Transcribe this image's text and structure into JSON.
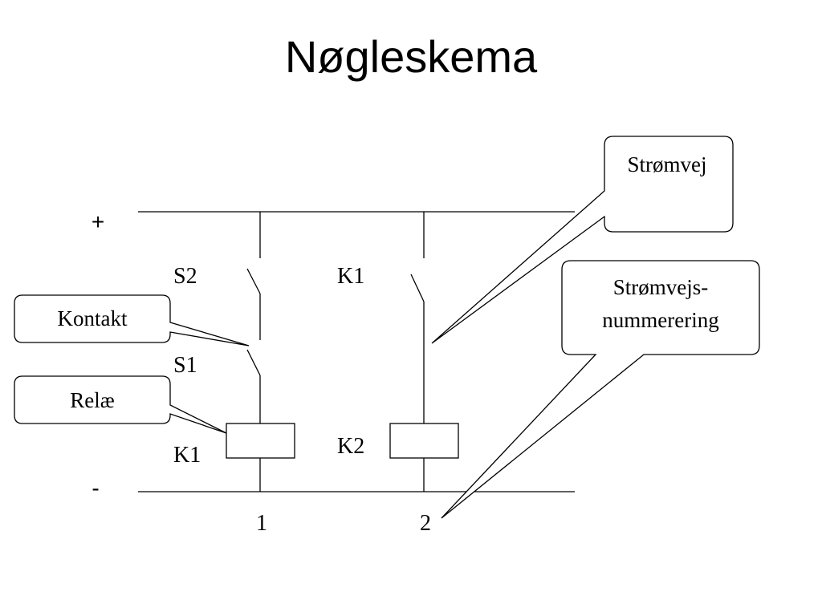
{
  "title": "Nøgleskema",
  "rails": {
    "plus": "+",
    "minus": "-"
  },
  "components": {
    "switch_s2": "S2",
    "switch_s1": "S1",
    "relay_k1": "K1",
    "contact_k1": "K1",
    "relay_k2": "K2"
  },
  "path_numbers": [
    "1",
    "2"
  ],
  "callouts": {
    "contact": "Kontakt",
    "relay": "Relæ",
    "current_path": "Strømvej",
    "numbering_line1": "Strømvejs-",
    "numbering_line2": "nummerering"
  }
}
